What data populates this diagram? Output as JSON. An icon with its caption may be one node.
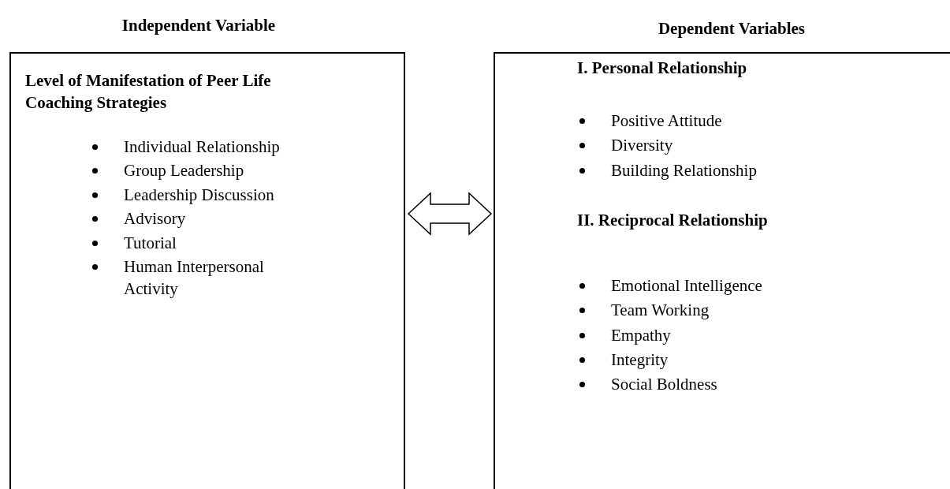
{
  "diagram": {
    "nodes": [
      {
        "text": [
          "Independent Variable",
          "Level of Manifestation of Peer Life Coaching Strategies",
          "Individual Relationship",
          "Group Leadership",
          "Leadership Discussion",
          "Advisory",
          "Tutorial",
          "Human Interpersonal Activity"
        ]
      },
      {
        "text": [
          "Dependent Variables",
          "I. Personal Relationship",
          "Positive Attitude",
          "Diversity",
          "Building Relationship",
          "II. Reciprocal Relationship",
          "Emotional Intelligence",
          "Team Working",
          "Empathy",
          "Integrity",
          "Social Boldness"
        ]
      }
    ],
    "edges": [
      {
        "from": 0,
        "to": 1,
        "arrow": "both"
      }
    ]
  }
}
